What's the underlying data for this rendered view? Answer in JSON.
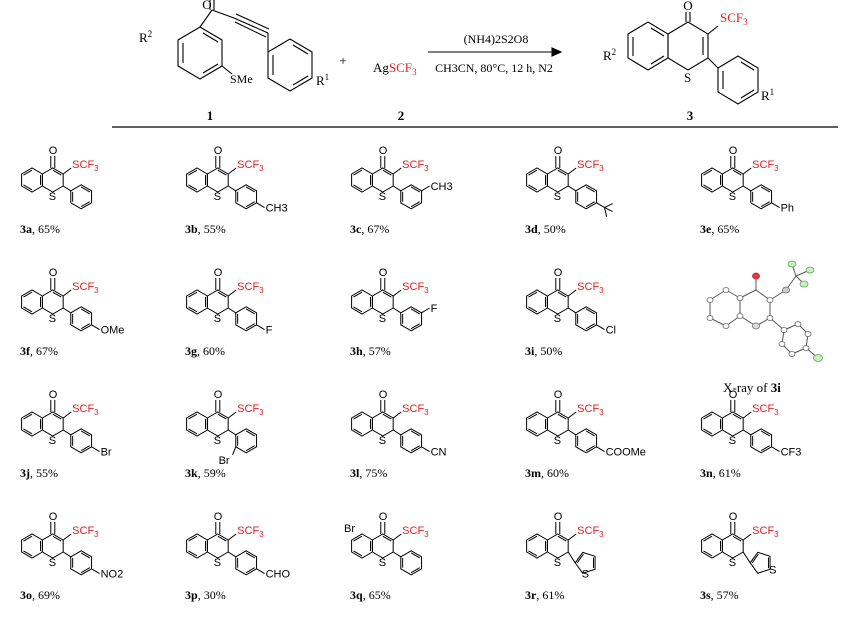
{
  "scheme": {
    "reactant1_label": "1",
    "reactant2_label": "2",
    "product_label": "3",
    "plus": "+",
    "reagent_prefix": "Ag",
    "reagent_scf3": "SCF",
    "reagent_sub": "3",
    "conditions_top": "(NH4)2S2O8",
    "conditions_bottom": "CH3CN, 80°C, 12 h, N2",
    "r1": "R",
    "r1_sup": "1",
    "r2": "R",
    "r2_sup": "2",
    "sme": "SMe",
    "carbonyl_o": "O",
    "ring_s": "S",
    "scf3_text": "SCF",
    "scf3_sub": "3"
  },
  "xray_caption": {
    "prefix": "X-ray of ",
    "compound": "3i"
  },
  "compounds": [
    {
      "id": "3a",
      "yield": "65%",
      "sub": "",
      "pos": "none",
      "het": ""
    },
    {
      "id": "3b",
      "yield": "55%",
      "sub": "CH3",
      "pos": "para",
      "het": ""
    },
    {
      "id": "3c",
      "yield": "67%",
      "sub": "CH3",
      "pos": "meta",
      "het": ""
    },
    {
      "id": "3d",
      "yield": "50%",
      "sub": "tBu",
      "pos": "para",
      "het": ""
    },
    {
      "id": "3e",
      "yield": "65%",
      "sub": "Ph",
      "pos": "para",
      "het": ""
    },
    {
      "id": "3f",
      "yield": "67%",
      "sub": "OMe",
      "pos": "para",
      "het": ""
    },
    {
      "id": "3g",
      "yield": "60%",
      "sub": "F",
      "pos": "para",
      "het": ""
    },
    {
      "id": "3h",
      "yield": "57%",
      "sub": "F",
      "pos": "meta",
      "het": ""
    },
    {
      "id": "3i",
      "yield": "50%",
      "sub": "Cl",
      "pos": "para",
      "het": ""
    },
    {
      "id": "3j",
      "yield": "55%",
      "sub": "Br",
      "pos": "para",
      "het": ""
    },
    {
      "id": "3k",
      "yield": "59%",
      "sub": "Br",
      "pos": "ortho",
      "het": ""
    },
    {
      "id": "3l",
      "yield": "75%",
      "sub": "CN",
      "pos": "para",
      "het": ""
    },
    {
      "id": "3m",
      "yield": "60%",
      "sub": "COOMe",
      "pos": "para",
      "het": ""
    },
    {
      "id": "3n",
      "yield": "61%",
      "sub": "CF3",
      "pos": "para",
      "het": ""
    },
    {
      "id": "3o",
      "yield": "69%",
      "sub": "NO2",
      "pos": "para",
      "het": ""
    },
    {
      "id": "3p",
      "yield": "30%",
      "sub": "CHO",
      "pos": "para",
      "het": ""
    },
    {
      "id": "3q",
      "yield": "65%",
      "sub": "",
      "pos": "none",
      "het": "",
      "coreBr": "Br"
    },
    {
      "id": "3r",
      "yield": "61%",
      "sub": "",
      "pos": "none",
      "het": "thiophen-2-yl"
    },
    {
      "id": "3s",
      "yield": "57%",
      "sub": "",
      "pos": "none",
      "het": "thiophen-3-yl"
    }
  ]
}
